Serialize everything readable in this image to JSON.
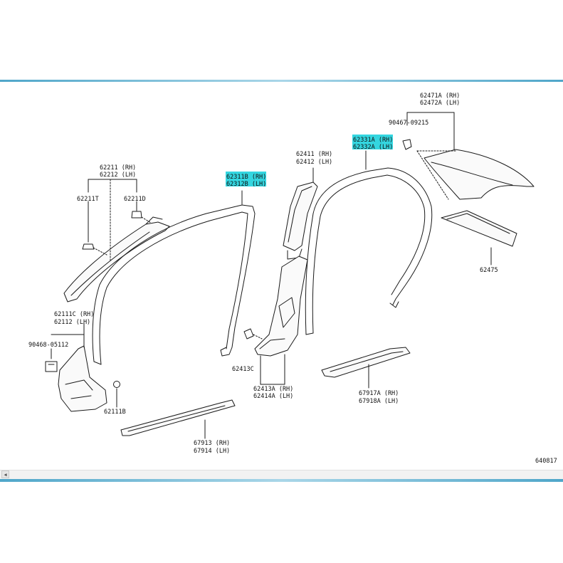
{
  "colors": {
    "highlight": "#34d6e0",
    "frame_edge": "#4fa6c9",
    "line": "#1a1a1a"
  },
  "labels": {
    "p62211": "62211 (RH)",
    "p62212": "62212 (LH)",
    "p62211T": "62211T",
    "p62211D": "62211D",
    "p62311B": "62311B (RH)",
    "p62312B": "62312B (LH)",
    "p62411": "62411 (RH)",
    "p62412": "62412 (LH)",
    "p90467": "90467-09215",
    "p62331A": "62331A (RH)",
    "p62332A": "62332A (LH)",
    "p62471A": "62471A (RH)",
    "p62472A": "62472A (LH)",
    "p62475": "62475",
    "p62111C": "62111C (RH)",
    "p62112": "62112  (LH)",
    "p90468": "90468-05112",
    "p62111B": "62111B",
    "p62413C": "62413C",
    "p62413A": "62413A (RH)",
    "p62414A": "62414A (LH)",
    "p67917A": "67917A (RH)",
    "p67918A": "67918A (LH)",
    "p67913": "67913 (RH)",
    "p67914": "67914 (LH)",
    "diagram_code": "640817"
  }
}
